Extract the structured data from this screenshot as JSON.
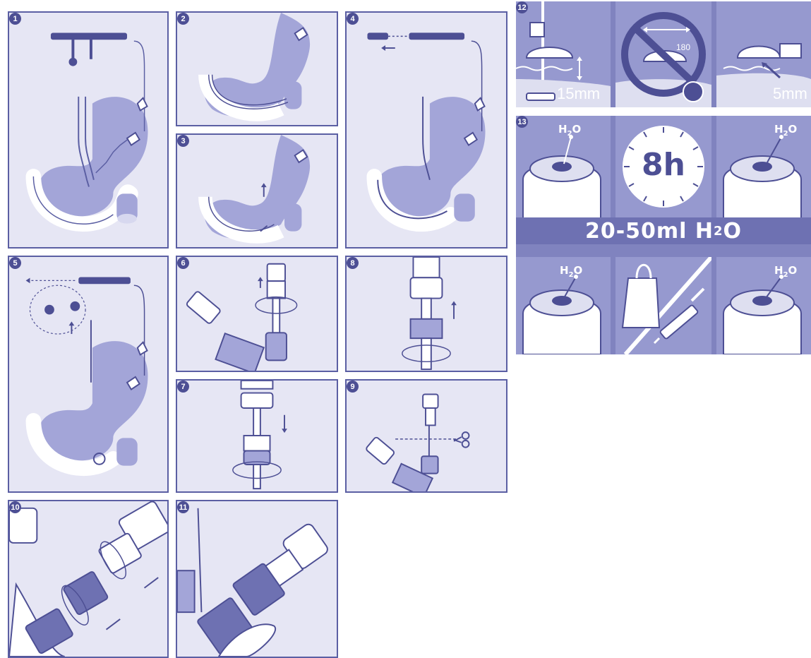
{
  "steps": {
    "s1": "1",
    "s2": "2",
    "s3": "3",
    "s4": "4",
    "s5": "5",
    "s6": "6",
    "s7": "7",
    "s8": "8",
    "s9": "9",
    "s10": "10",
    "s11": "11",
    "s12": "12",
    "s13": "13"
  },
  "panel12": {
    "left_depth": "15mm",
    "rotation": "180",
    "right_depth": "5mm",
    "prohibited_icon": "no-rotation-icon",
    "stop_icon": "hand-stop-icon"
  },
  "panel13": {
    "h2o_label": "H",
    "h2o_sub": "2",
    "h2o_suffix": "O",
    "timer": "8h",
    "volume_prefix": "20-50ml  H",
    "volume_sub": "2",
    "volume_suffix": "O",
    "items": [
      "syringe-icon",
      "feeding-bag-icon",
      "connector-icon",
      "clock-icon"
    ]
  },
  "colors": {
    "panel_bg": "#e6e6f4",
    "border": "#5b5fa3",
    "accent": "#4d4f94",
    "organ": "#a3a5d8",
    "dark_panel": "#8083bf"
  }
}
